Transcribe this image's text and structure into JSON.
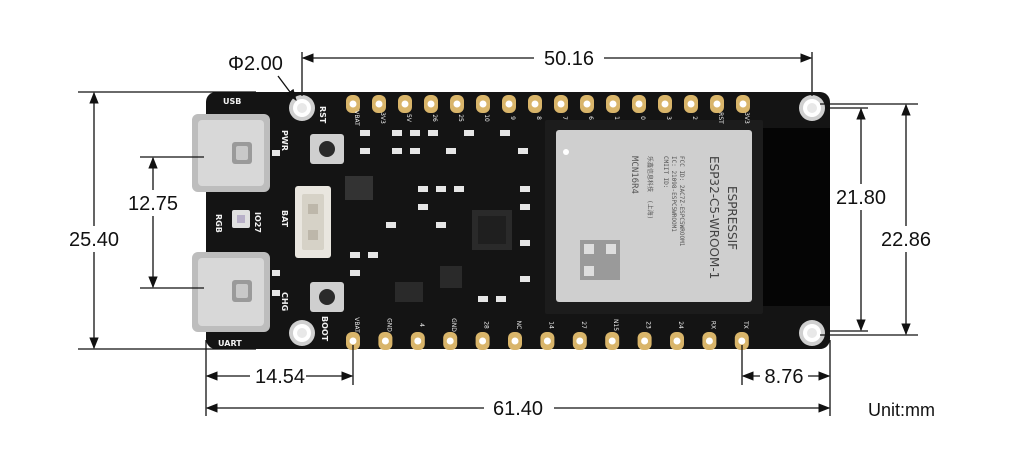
{
  "dimensions": {
    "hole_diameter": "Φ2.00",
    "hole_spacing_width": "50.16",
    "usb_spacing": "12.75",
    "board_height": "25.40",
    "hole_spacing_height": "21.80",
    "inner_height": "22.86",
    "left_to_header": "14.54",
    "right_to_header": "8.76",
    "board_length": "61.40",
    "unit": "Unit:mm"
  },
  "board": {
    "usb_label": "USB",
    "uart_label": "UART",
    "rgb_label": "RGB",
    "io27_label": "IO27",
    "pwr_label": "PWR",
    "chg_label": "CHG",
    "bat_label": "BAT",
    "rst_button_label": "RST",
    "boot_button_label": "BOOT",
    "top_pins": [
      "VBAT",
      "3V3",
      "5V",
      "26",
      "25",
      "10",
      "9",
      "8",
      "7",
      "6",
      "1",
      "0",
      "3",
      "2",
      "RST",
      "3V3"
    ],
    "bottom_pins": [
      "VBAT",
      "GND",
      "4",
      "GND",
      "28",
      "NC",
      "14",
      "27",
      "N15",
      "23",
      "24",
      "RX",
      "TX"
    ],
    "module_brand": "ESPRESSIF",
    "module_model": "ESP32-C5-WROOM-1",
    "module_code": "MCN16R4",
    "module_fcc": "FCC ID: 2AC7Z-ESPC5WROOM1",
    "module_ic": "IC: 21098-ESPC5WROOM1",
    "module_cmiit": "CMIIT ID:",
    "module_maker": "乐鑫信息科技",
    "module_city": "(上海)"
  }
}
